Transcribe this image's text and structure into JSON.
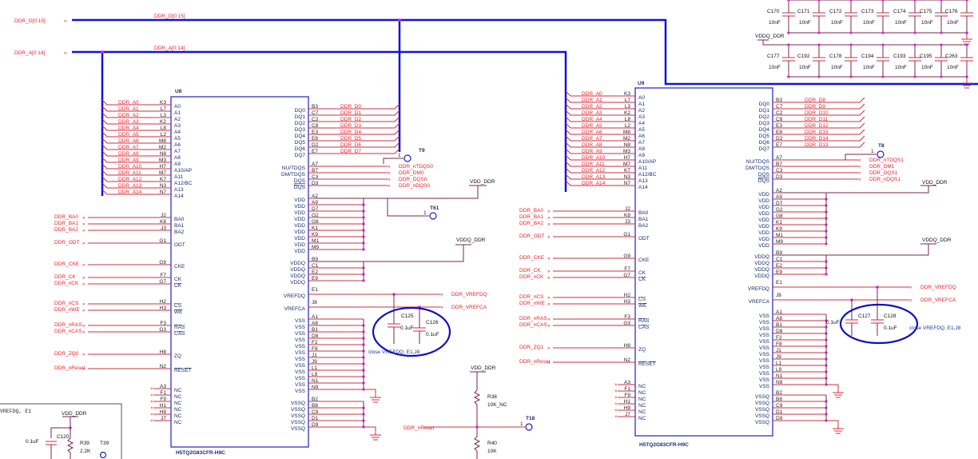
{
  "offpage": {
    "data_bus": "DDR_D[0:15]",
    "addr_bus": "DDR_A[0:14]"
  },
  "bus_labels": {
    "data_bus": "DDR_D[0:15]",
    "addr_bus": "DDR_A[0:14]"
  },
  "u8": {
    "ref": "U8",
    "part": "H5TQ2G83CFR-H9C",
    "addr": [
      {
        "net": "DDR_A0",
        "ball": "K3",
        "pin": "A0"
      },
      {
        "net": "DDR_A1",
        "ball": "L7",
        "pin": "A1"
      },
      {
        "net": "DDR_A2",
        "ball": "L3",
        "pin": "A2"
      },
      {
        "net": "DDR_A3",
        "ball": "K2",
        "pin": "A3"
      },
      {
        "net": "DDR_A4",
        "ball": "L8",
        "pin": "A4"
      },
      {
        "net": "DDR_A5",
        "ball": "L2",
        "pin": "A5"
      },
      {
        "net": "DDR_A6",
        "ball": "M8",
        "pin": "A6"
      },
      {
        "net": "DDR_A7",
        "ball": "M2",
        "pin": "A7"
      },
      {
        "net": "DDR_A8",
        "ball": "N8",
        "pin": "A8"
      },
      {
        "net": "DDR_A9",
        "ball": "M3",
        "pin": "A9"
      },
      {
        "net": "DDR_A10",
        "ball": "H7",
        "pin": "A10/AP"
      },
      {
        "net": "DDR_A11",
        "ball": "M7",
        "pin": "A11"
      },
      {
        "net": "DDR_A12",
        "ball": "K7",
        "pin": "A12/BC"
      },
      {
        "net": "DDR_A13",
        "ball": "N3",
        "pin": "A13"
      },
      {
        "net": "DDR_A14",
        "ball": "N7",
        "pin": "A14"
      }
    ],
    "ctrl": [
      {
        "net": "DDR_BA0",
        "ball": "J2",
        "pin": "BA0"
      },
      {
        "net": "DDR_BA1",
        "ball": "K8",
        "pin": "BA1"
      },
      {
        "net": "DDR_BA2",
        "ball": "J3",
        "pin": "BA2"
      },
      {
        "net": "DDR_ODT",
        "ball": "G1",
        "pin": "ODT"
      },
      {
        "net": "DDR_CKE",
        "ball": "G9",
        "pin": "CKE"
      },
      {
        "net": "DDR_CK",
        "ball": "F7",
        "pin": "CK"
      },
      {
        "net": "DDR_nCK",
        "ball": "G7",
        "pin": "CK"
      },
      {
        "net": "DDR_nCS",
        "ball": "H2",
        "pin": "CS"
      },
      {
        "net": "DDR_nWE",
        "ball": "H3",
        "pin": "WE"
      },
      {
        "net": "DDR_nRAS",
        "ball": "F3",
        "pin": "RAS"
      },
      {
        "net": "DDR_nCAS",
        "ball": "G3",
        "pin": "CAS"
      },
      {
        "net": "DDR_ZQ0",
        "ball": "H8",
        "pin": "ZQ"
      },
      {
        "net": "DDR_nReset",
        "ball": "N2",
        "pin": "RESET"
      }
    ],
    "nc": [
      {
        "ball": "A3",
        "pin": "NC"
      },
      {
        "ball": "F1",
        "pin": "NC"
      },
      {
        "ball": "F9",
        "pin": "NC"
      },
      {
        "ball": "H1",
        "pin": "NC"
      },
      {
        "ball": "H9",
        "pin": "NC"
      },
      {
        "ball": "J7",
        "pin": "NC"
      }
    ],
    "dq": [
      {
        "net": "DDR_D0",
        "ball": "B3",
        "pin": "DQ0"
      },
      {
        "net": "DDR_D1",
        "ball": "C7",
        "pin": "DQ1"
      },
      {
        "net": "DDR_D2",
        "ball": "C2",
        "pin": "DQ2"
      },
      {
        "net": "DDR_D3",
        "ball": "C8",
        "pin": "DQ3"
      },
      {
        "net": "DDR_D4",
        "ball": "E3",
        "pin": "DQ4"
      },
      {
        "net": "DDR_D5",
        "ball": "E8",
        "pin": "DQ5"
      },
      {
        "net": "DDR_D6",
        "ball": "D2",
        "pin": "DQ6"
      },
      {
        "net": "DDR_D7",
        "ball": "E7",
        "pin": "DQ7"
      }
    ],
    "dqs": [
      {
        "net": "DDR_nTDQS0",
        "ball": "A7",
        "pin": "NU/TDQS"
      },
      {
        "net": "DDR_DM0",
        "ball": "B7",
        "pin": "DM/TDQS"
      },
      {
        "net": "DDR_DQS0",
        "ball": "C3",
        "pin": "DQS"
      },
      {
        "net": "DDR_nDQS0",
        "ball": "D3",
        "pin": "DQS"
      }
    ],
    "vdd": {
      "pin": "VDD",
      "balls": [
        "A2",
        "A9",
        "D7",
        "G2",
        "G8",
        "K1",
        "K9",
        "M1",
        "M9"
      ],
      "net": "VDD_DDR"
    },
    "vddq": {
      "pin": "VDDQ",
      "balls": [
        "B9",
        "C1",
        "E2",
        "E9"
      ],
      "net": "VDDQ_DDR"
    },
    "vref": [
      {
        "pin": "VREFDQ",
        "ball": "E1",
        "net": "DDR_VREFDQ"
      },
      {
        "pin": "VREFCA",
        "ball": "J8",
        "net": "DDR_VREFCA"
      }
    ],
    "vss": {
      "pin": "VSS",
      "balls": [
        "A1",
        "A8",
        "B1",
        "D8",
        "F2",
        "F8",
        "J1",
        "J9",
        "L1",
        "L9",
        "N1",
        "N9"
      ]
    },
    "vssq": {
      "pin": "VSSQ",
      "balls": [
        "B2",
        "B8",
        "C9",
        "D1",
        "D9"
      ]
    },
    "tp_tdqs": {
      "ref": "T9",
      "pin": "1"
    },
    "tp_vdd": {
      "ref": "T61",
      "pin": "1"
    }
  },
  "u9": {
    "ref": "U9",
    "part": "H5TQ2G83CFR-H9C",
    "addr": [
      {
        "net": "DDR_A0",
        "ball": "K3",
        "pin": "A0"
      },
      {
        "net": "DDR_A1",
        "ball": "L7",
        "pin": "A1"
      },
      {
        "net": "DDR_A2",
        "ball": "L3",
        "pin": "A2"
      },
      {
        "net": "DDR_A3",
        "ball": "K2",
        "pin": "A3"
      },
      {
        "net": "DDR_A4",
        "ball": "L8",
        "pin": "A4"
      },
      {
        "net": "DDR_A5",
        "ball": "L2",
        "pin": "A5"
      },
      {
        "net": "DDR_A6",
        "ball": "M8",
        "pin": "A6"
      },
      {
        "net": "DDR_A7",
        "ball": "M2",
        "pin": "A7"
      },
      {
        "net": "DDR_A8",
        "ball": "N8",
        "pin": "A8"
      },
      {
        "net": "DDR_A9",
        "ball": "M3",
        "pin": "A9"
      },
      {
        "net": "DDR_A10",
        "ball": "H7",
        "pin": "A10/AP"
      },
      {
        "net": "DDR_A11",
        "ball": "M7",
        "pin": "A11"
      },
      {
        "net": "DDR_A12",
        "ball": "K7",
        "pin": "A12/BC"
      },
      {
        "net": "DDR_A13",
        "ball": "N3",
        "pin": "A13"
      },
      {
        "net": "DDR_A14",
        "ball": "N7",
        "pin": "A14"
      }
    ],
    "ctrl": [
      {
        "net": "DDR_BA0",
        "ball": "J2",
        "pin": "BA0"
      },
      {
        "net": "DDR_BA1",
        "ball": "K8",
        "pin": "BA1"
      },
      {
        "net": "DDR_BA2",
        "ball": "J3",
        "pin": "BA2"
      },
      {
        "net": "DDR_ODT",
        "ball": "G1",
        "pin": "ODT"
      },
      {
        "net": "DDR_CKE",
        "ball": "G9",
        "pin": "CKE"
      },
      {
        "net": "DDR_CK",
        "ball": "F7",
        "pin": "CK"
      },
      {
        "net": "DDR_nCK",
        "ball": "G7",
        "pin": "CK"
      },
      {
        "net": "DDR_nCS",
        "ball": "H2",
        "pin": "CS"
      },
      {
        "net": "DDR_nWE",
        "ball": "H3",
        "pin": "WE"
      },
      {
        "net": "DDR_nRAS",
        "ball": "F3",
        "pin": "RAS"
      },
      {
        "net": "DDR_nCAS",
        "ball": "G3",
        "pin": "CAS"
      },
      {
        "net": "DDR_ZQ1",
        "ball": "H8",
        "pin": "ZQ"
      },
      {
        "net": "DDR_nReset",
        "ball": "N2",
        "pin": "RESET"
      }
    ],
    "nc": [
      {
        "ball": "A3",
        "pin": "NC"
      },
      {
        "ball": "F1",
        "pin": "NC"
      },
      {
        "ball": "F9",
        "pin": "NC"
      },
      {
        "ball": "H1",
        "pin": "NC"
      },
      {
        "ball": "H9",
        "pin": "NC"
      },
      {
        "ball": "J7",
        "pin": "NC"
      }
    ],
    "dq": [
      {
        "net": "DDR_D8",
        "ball": "B3",
        "pin": "DQ0"
      },
      {
        "net": "DDR_D9",
        "ball": "C7",
        "pin": "DQ1"
      },
      {
        "net": "DDR_D10",
        "ball": "C2",
        "pin": "DQ2"
      },
      {
        "net": "DDR_D11",
        "ball": "C8",
        "pin": "DQ3"
      },
      {
        "net": "DDR_D12",
        "ball": "E3",
        "pin": "DQ4"
      },
      {
        "net": "DDR_D15",
        "ball": "E8",
        "pin": "DQ5"
      },
      {
        "net": "DDR_D14",
        "ball": "D2",
        "pin": "DQ6"
      },
      {
        "net": "DDR_D13",
        "ball": "E7",
        "pin": "DQ7"
      }
    ],
    "dqs": [
      {
        "net": "DDR_nTDQS1",
        "ball": "A7",
        "pin": "NU/TDQS"
      },
      {
        "net": "DDR_DM1",
        "ball": "B7",
        "pin": "DM/TDQS"
      },
      {
        "net": "DDR_DQS1",
        "ball": "C3",
        "pin": "DQS"
      },
      {
        "net": "DDR_nDQS1",
        "ball": "D3",
        "pin": "DQS"
      }
    ],
    "vdd": {
      "pin": "VDD",
      "balls": [
        "A2",
        "A9",
        "D7",
        "G2",
        "G8",
        "K1",
        "K9",
        "M1",
        "M9"
      ],
      "net": "VDD_DDR"
    },
    "vddq": {
      "pin": "VDDQ",
      "balls": [
        "B9",
        "C1",
        "E2",
        "E9"
      ],
      "net": "VDDQ_DDR"
    },
    "vref": [
      {
        "pin": "VREFDQ",
        "ball": "E1",
        "net": "DDR_VREFDQ"
      },
      {
        "pin": "VREFCA",
        "ball": "J8",
        "net": "DDR_VREFCA"
      }
    ],
    "vss": {
      "pin": "VSS",
      "balls": [
        "A1",
        "A8",
        "B1",
        "D8",
        "F2",
        "F8",
        "J1",
        "J9",
        "L1",
        "L9",
        "N1",
        "N9"
      ]
    },
    "vssq": {
      "pin": "VSSQ",
      "balls": [
        "B2",
        "B8",
        "C9",
        "D1",
        "D9"
      ]
    },
    "tp_tdqs": {
      "ref": "T8",
      "pin": "1"
    }
  },
  "decoupling": {
    "net": "VDDQ_DDR",
    "row1": [
      {
        "ref": "C170",
        "value": "10nF"
      },
      {
        "ref": "C171",
        "value": "10nF"
      },
      {
        "ref": "C172",
        "value": "10nF"
      },
      {
        "ref": "C173",
        "value": "10nF"
      },
      {
        "ref": "C174",
        "value": "10nF"
      },
      {
        "ref": "C175",
        "value": "10nF"
      },
      {
        "ref": "C176",
        "value": "10nF"
      }
    ],
    "row2": [
      {
        "ref": "C177",
        "value": "10nF"
      },
      {
        "ref": "C192",
        "value": "10nF"
      },
      {
        "ref": "C178",
        "value": "10nF"
      },
      {
        "ref": "C194",
        "value": "10nF"
      },
      {
        "ref": "C193",
        "value": "10nF"
      },
      {
        "ref": "C195",
        "value": "10nF"
      },
      {
        "ref": "C263",
        "value": "10nF"
      }
    ]
  },
  "vref_caps_u8": {
    "c1": {
      "ref": "C125",
      "value": "0.1uF"
    },
    "c2": {
      "ref": "C126",
      "value": "0.1uF"
    },
    "note": "close VREFDQ, E1,J8"
  },
  "vref_caps_u9": {
    "c1": {
      "ref": "C127",
      "value": "0.1uF"
    },
    "c2": {
      "ref": "C128",
      "value": "0.1uF"
    },
    "note": "close VREFDQ, E1,J8"
  },
  "reset_circuit": {
    "supply": "VDD_DDR",
    "net": "DDR_nReset",
    "r_top": {
      "ref": "R38",
      "value": "10K_NC"
    },
    "r_bot": {
      "ref": "R40",
      "value": "10K"
    },
    "tp": {
      "ref": "T18",
      "pin": "1"
    }
  },
  "vref_gen": {
    "note": "VREFDQ, E1",
    "supply": "VDD_DDR",
    "cap": {
      "ref": "C120",
      "value": "0.1uF"
    },
    "res": {
      "ref": "R39",
      "value": "2.2K"
    },
    "tp": {
      "ref": "T39"
    }
  }
}
